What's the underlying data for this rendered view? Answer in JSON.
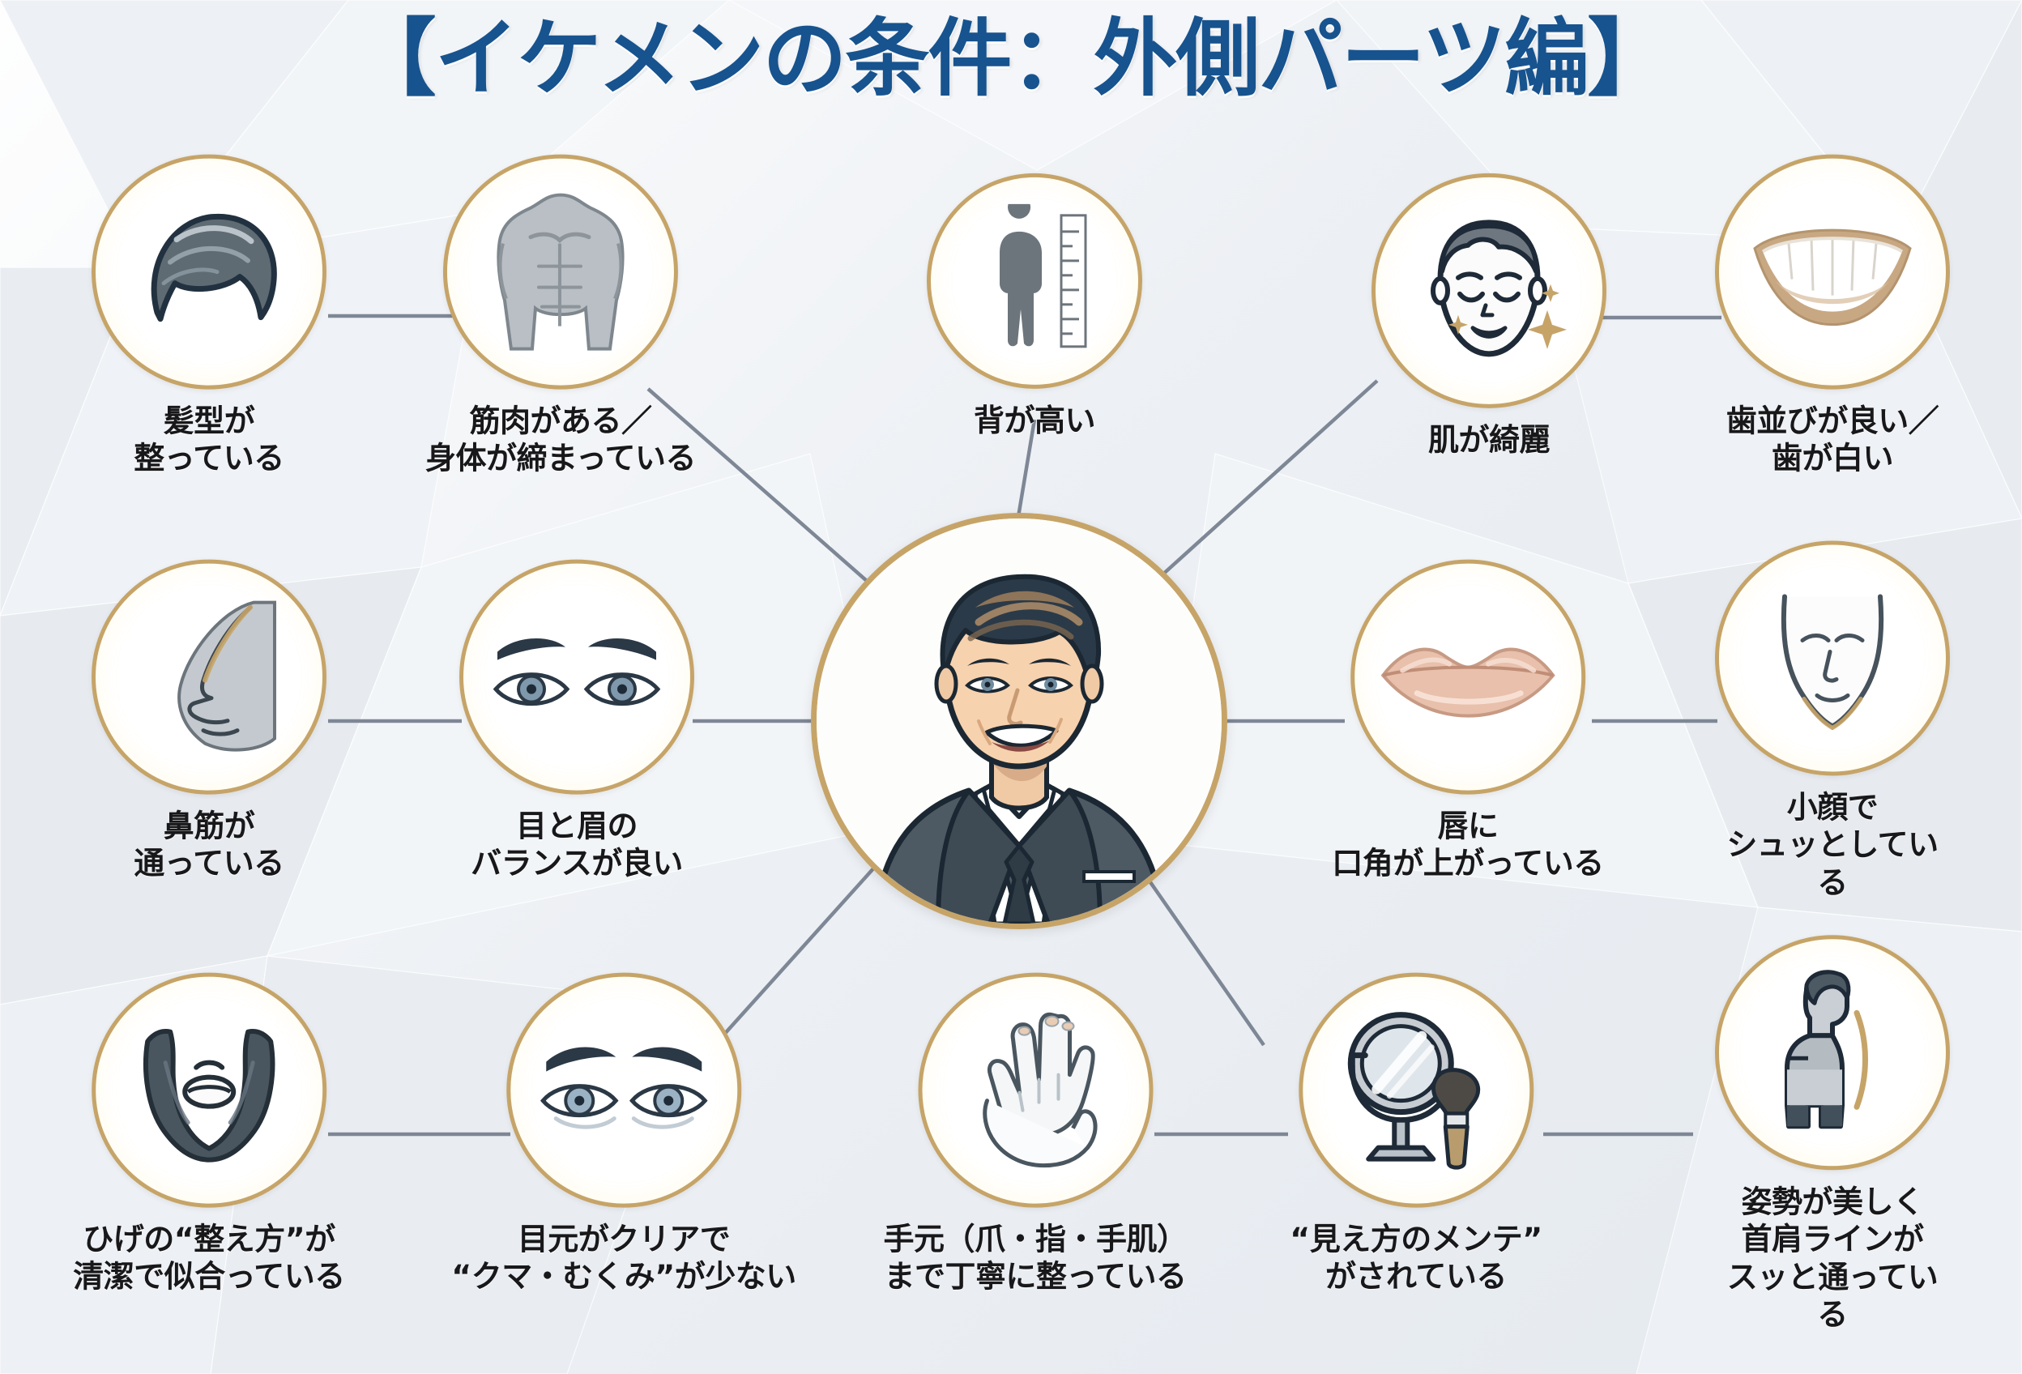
{
  "title": "【イケメンの条件：外側パーツ編】",
  "theme": {
    "title_color": "#17538e",
    "circle_border": "#c6a468",
    "connector_line": "#7e8795",
    "caption_color": "#18181a",
    "background": "#e9edf1"
  },
  "center": {
    "icon": "handsome-man-portrait-icon",
    "alt": "スーツ姿の笑顔の男性"
  },
  "nodes": [
    {
      "id": "hair",
      "icon": "hairstyle-icon",
      "caption": "髪型が\n整っている"
    },
    {
      "id": "muscle",
      "icon": "torso-muscle-icon",
      "caption": "筋肉がある／\n身体が締まっている"
    },
    {
      "id": "height",
      "icon": "height-ruler-icon",
      "caption": "背が高い"
    },
    {
      "id": "skin",
      "icon": "clear-skin-face-icon",
      "caption": "肌が綺麗"
    },
    {
      "id": "teeth",
      "icon": "white-smile-teeth-icon",
      "caption": "歯並びが良い／\n歯が白い"
    },
    {
      "id": "nose",
      "icon": "nose-profile-icon",
      "caption": "鼻筋が\n通っている"
    },
    {
      "id": "eyebrows",
      "icon": "eyes-eyebrows-icon",
      "caption": "目と眉の\nバランスが良い"
    },
    {
      "id": "lips",
      "icon": "lips-icon",
      "caption": "唇に\n口角が上がっている"
    },
    {
      "id": "smallface",
      "icon": "slim-face-outline-icon",
      "caption": "小顔で\nシュッとしている"
    },
    {
      "id": "beard",
      "icon": "beard-icon",
      "caption": "ひげの“整え方”が\n清潔で似合っている"
    },
    {
      "id": "eyearea",
      "icon": "clear-eye-area-icon",
      "caption": "目元がクリアで\n“クマ・むくみ”が少ない"
    },
    {
      "id": "hands",
      "icon": "hands-care-icon",
      "caption": "手元（爪・指・手肌）\nまで丁寧に整っている"
    },
    {
      "id": "grooming",
      "icon": "mirror-brush-icon",
      "caption": "“見え方のメンテ”\nがされている"
    },
    {
      "id": "posture",
      "icon": "posture-side-icon",
      "caption": "姿勢が美しく\n首肩ラインが\nスッと通っている"
    }
  ]
}
